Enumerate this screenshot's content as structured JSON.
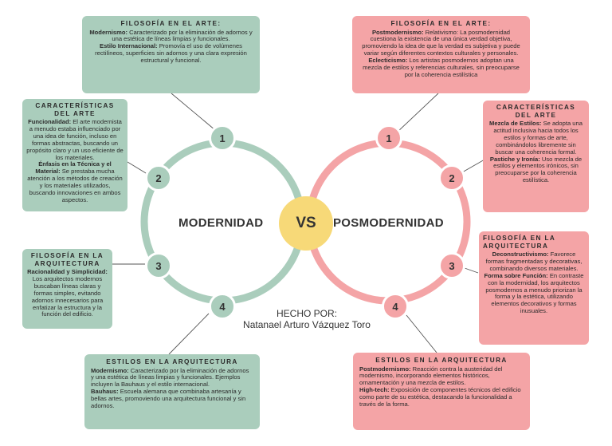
{
  "center": {
    "left_title": "MODERNIDAD",
    "vs": "VS",
    "right_title": "POSMODERNIDAD"
  },
  "author": {
    "label": "HECHO POR:",
    "name": "Natanael Arturo Vázquez Toro"
  },
  "colors": {
    "green": "#aacdbc",
    "pink": "#f4a4a6",
    "vs": "#f7d978",
    "ring_green": "#aacdbc",
    "ring_pink": "#f4a4a6"
  },
  "left": {
    "numbers": [
      "1",
      "2",
      "3",
      "4"
    ],
    "art_philosophy": {
      "heading": "FILOSOFÍA EN EL ARTE:",
      "t1": "Modernismo:",
      "d1": " Caracterizado por la eliminación de adornos y una estética de líneas limpias y funcionales.",
      "t2": "Estilo Internacional:",
      "d2": " Promovía el uso de volúmenes rectilíneos, superficies sin adornos y una clara expresión estructural y funcional."
    },
    "art_characteristics": {
      "heading": "CARACTERÍSTICAS DEL ARTE",
      "t1": "Funcionalidad:",
      "d1": " El arte modernista a menudo estaba influenciado por una idea de función, incluso en formas abstractas, buscando un propósito claro y un uso eficiente de los materiales.",
      "t2": "Énfasis en la Técnica y el Material:",
      "d2": " Se prestaba mucha atención a los métodos de creación y los materiales utilizados, buscando innovaciones en ambos aspectos."
    },
    "arch_philosophy": {
      "heading": "FILOSOFÍA EN LA ARQUITECTURA",
      "t1": "Racionalidad y Simplicidad:",
      "d1": " Los arquitectos modernos buscaban líneas claras y formas simples, evitando adornos innecesarios para enfatizar la estructura y la función del edificio."
    },
    "arch_styles": {
      "heading": "ESTILOS EN LA ARQUITECTURA",
      "t1": "Modernismo:",
      "d1": " Caracterizado por la eliminación de adornos y una estética de líneas limpias y funcionales. Ejemplos incluyen la Bauhaus y el estilo internacional.",
      "t2": "Bauhaus:",
      "d2": " Escuela alemana que combinaba artesanía y bellas artes, promoviendo una arquitectura funcional y sin adornos."
    }
  },
  "right": {
    "numbers": [
      "1",
      "2",
      "3",
      "4"
    ],
    "art_philosophy": {
      "heading": "FILOSOFÍA EN EL ARTE:",
      "t1": "Postmodernismo:",
      "d1": " Relativismo: La posmodernidad cuestiona la existencia de una única verdad objetiva, promoviendo la idea de que la verdad es subjetiva y puede variar según diferentes contextos culturales y personales.",
      "t2": "Eclecticismo:",
      "d2": " Los artistas posmodernos adoptan una mezcla de estilos y referencias culturales, sin preocuparse por la coherencia estilística"
    },
    "art_characteristics": {
      "heading": "CARACTERÍSTICAS DEL ARTE",
      "t1": "Mezcla de Estilos:",
      "d1": " Se adopta una actitud inclusiva hacia todos los estilos y formas de arte, combinándolos libremente sin buscar una coherencia formal.",
      "t2": "Pastiche y Ironía:",
      "d2": " Uso mezcla de estilos y elementos irónicos, sin preocuparse por la coherencia estilística."
    },
    "arch_philosophy": {
      "heading": "FILOSOFÍA EN LA ARQUITECTURA",
      "t1": "Deconstructivismo:",
      "d1": " Favorece formas fragmentadas y decorativas, combinando diversos materiales.",
      "t2": "Forma sobre Función:",
      "d2": " En contraste con la modernidad, los arquitectos posmodernos a menudo priorizan la forma y la estética, utilizando elementos decorativos y formas inusuales."
    },
    "arch_styles": {
      "heading": "ESTILOS EN LA ARQUITECTURA",
      "t1": "Postmodernismo:",
      "d1": " Reacción contra la austeridad del modernismo, incorporando elementos históricos, ornamentación y una mezcla de estilos.",
      "t2": "High-tech:",
      "d2": " Exposición de componentes técnicos del edificio como parte de su estética, destacando la funcionalidad a través de la forma."
    }
  }
}
